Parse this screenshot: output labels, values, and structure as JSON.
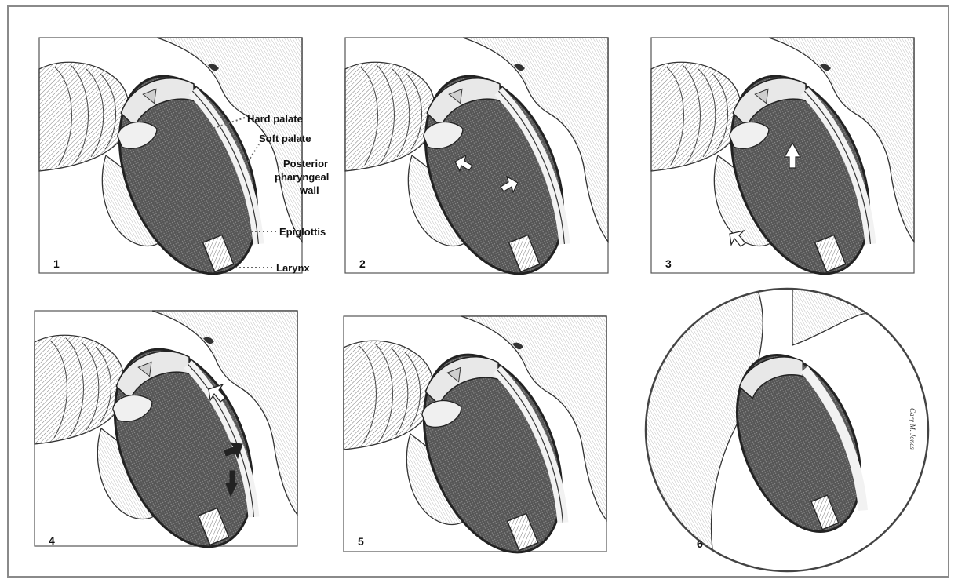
{
  "panels": [
    {
      "number": "1"
    },
    {
      "number": "2"
    },
    {
      "number": "3"
    },
    {
      "number": "4"
    },
    {
      "number": "5"
    },
    {
      "number": "6"
    }
  ],
  "labels": {
    "hard_palate": "Hard palate",
    "soft_palate": "Soft palate",
    "posterior_line1": "Posterior",
    "posterior_line2": "pharyngeal",
    "posterior_line3": "wall",
    "epiglottis": "Epiglottis",
    "larynx": "Larynx"
  },
  "artist_signature": "Cary M. Jones",
  "colors": {
    "frame": "#8a8a8a",
    "tissue_dark": "#4a4a4a",
    "outline": "#222222",
    "arrow_light": "#ffffff",
    "arrow_dark": "#222222"
  }
}
